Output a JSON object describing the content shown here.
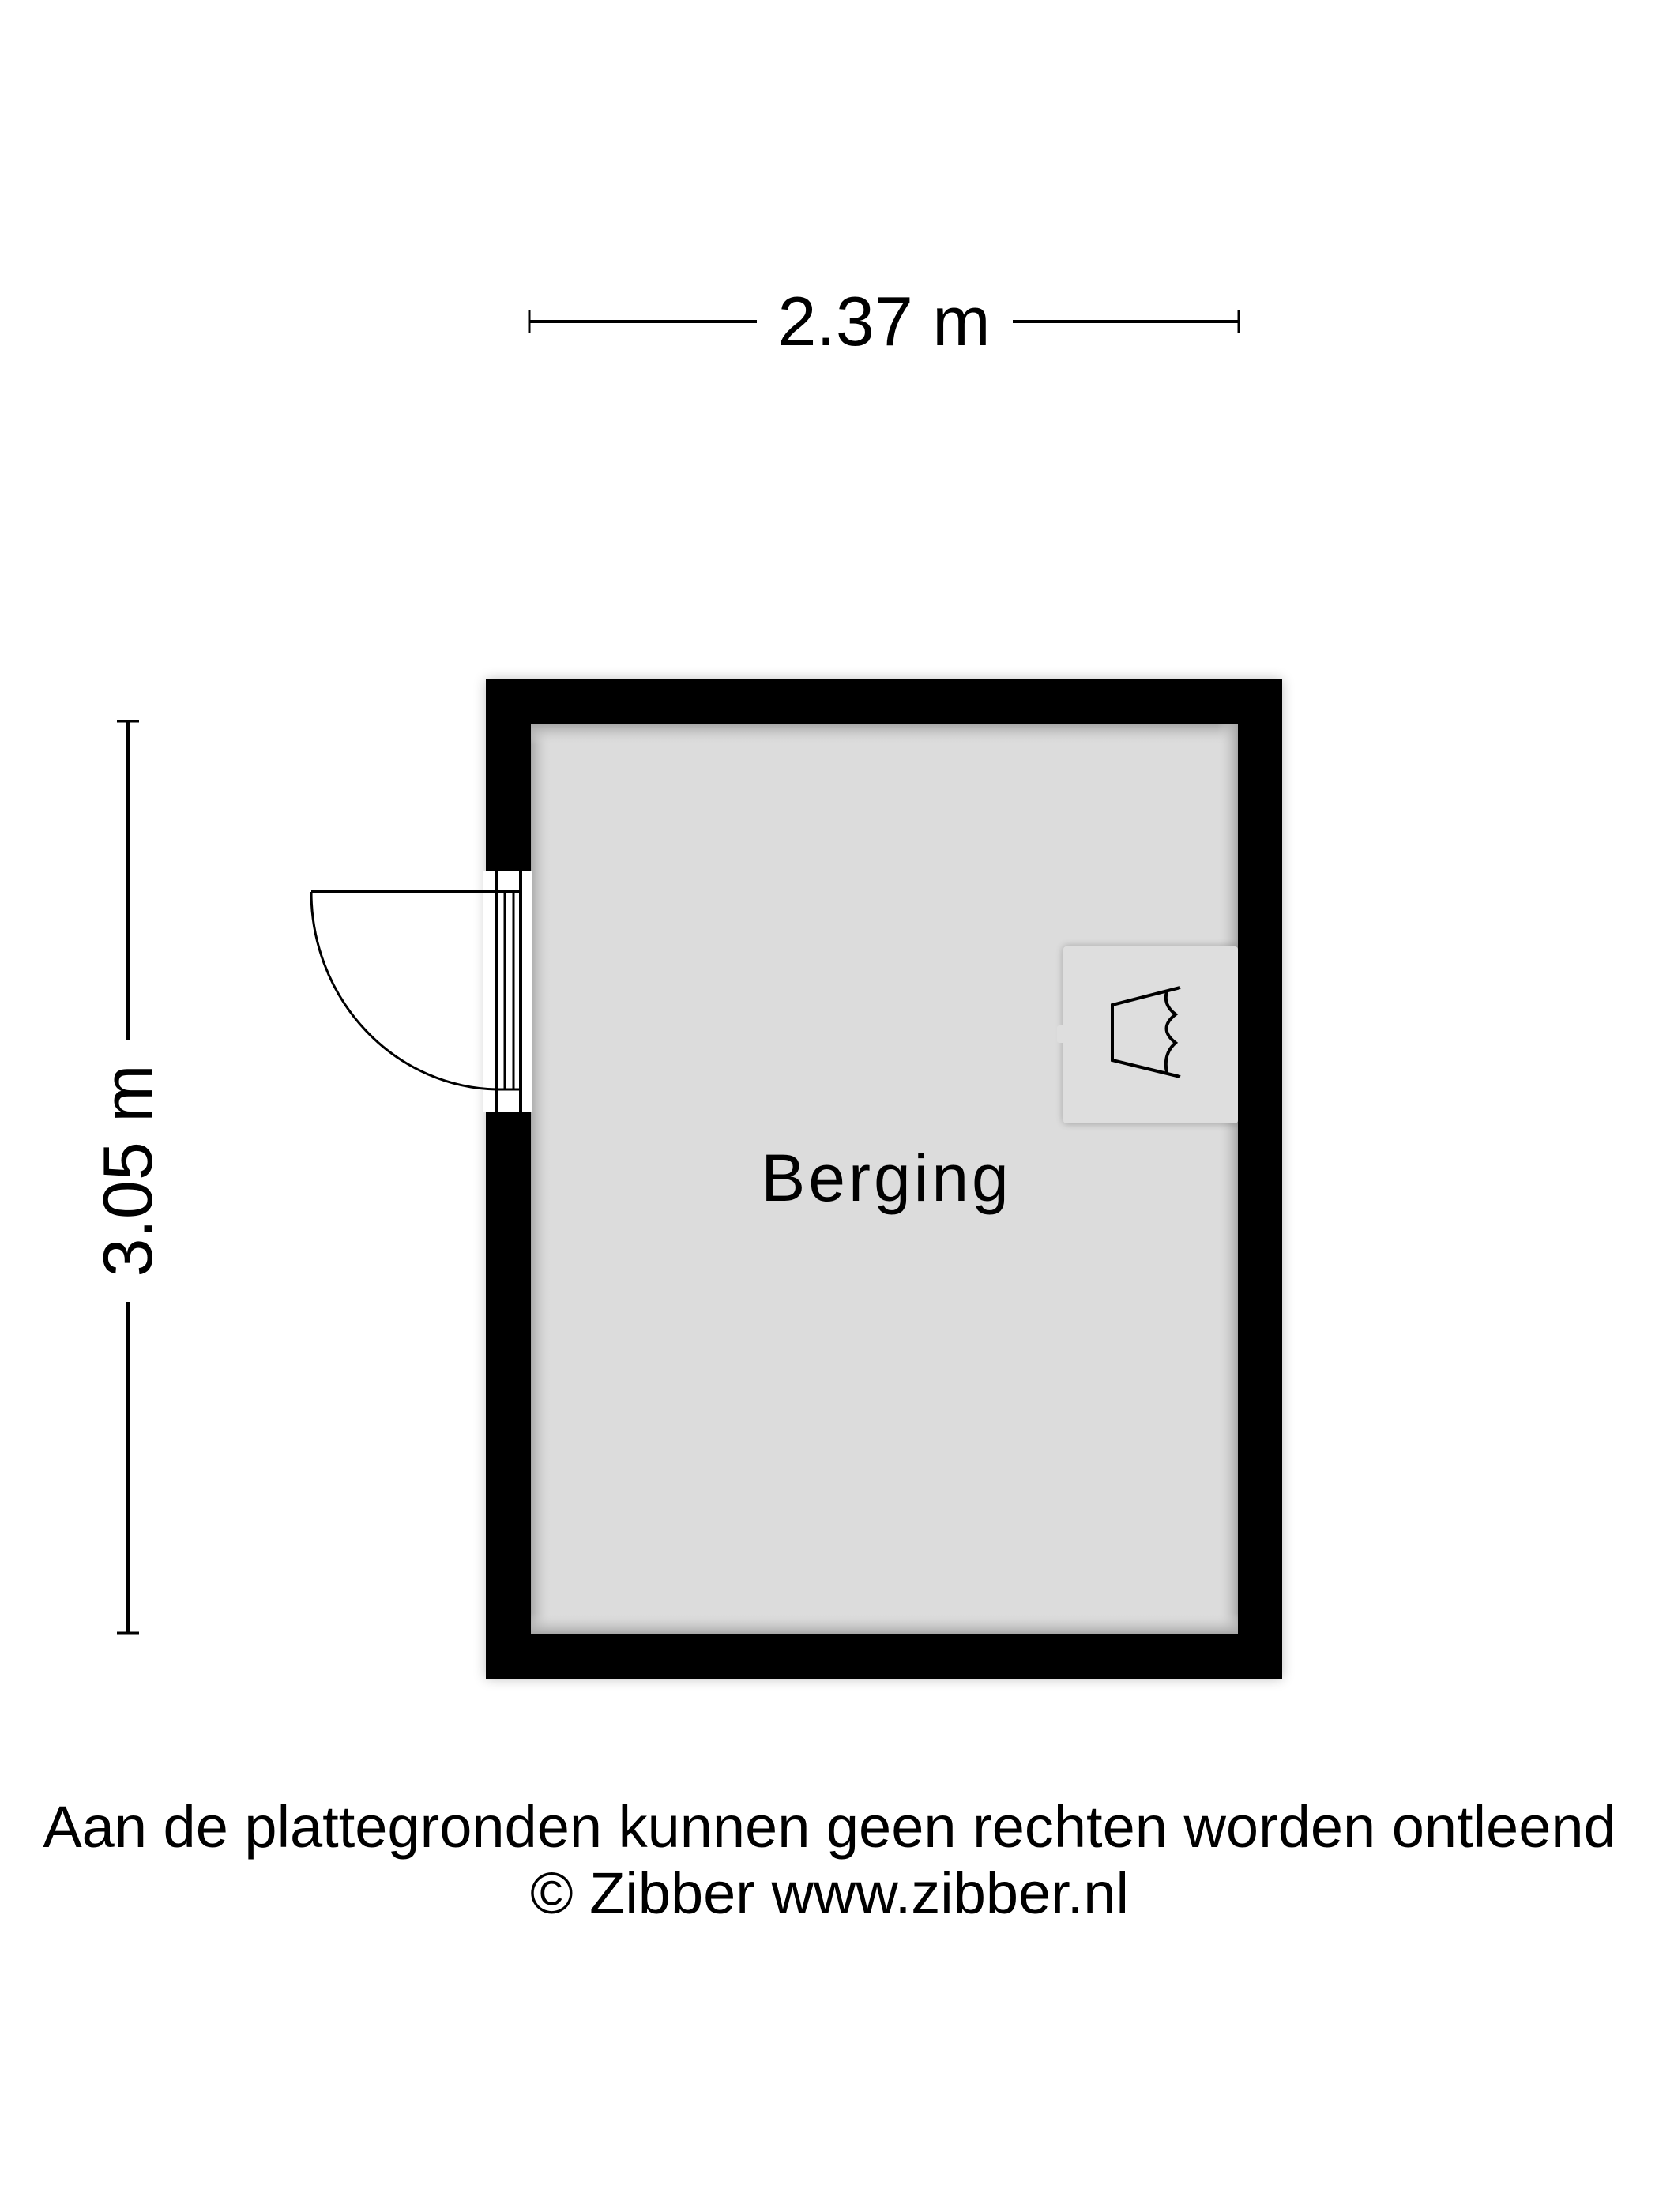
{
  "floorplan": {
    "dimensions": {
      "width_label": "2.37 m",
      "height_label": "3.05 m"
    },
    "rooms": [
      {
        "name": "Berging"
      }
    ],
    "fixtures": [
      {
        "type": "boiler-icon"
      }
    ],
    "doors": [
      {
        "type": "swing-door",
        "wall": "left"
      }
    ],
    "colors": {
      "wall": "#000000",
      "floor": "#dcdcdc",
      "fixture": "#dedede",
      "background": "#ffffff"
    }
  },
  "footer": {
    "disclaimer": "Aan de plattegronden kunnen geen rechten worden ontleend",
    "copyright": "© Zibber www.zibber.nl"
  }
}
